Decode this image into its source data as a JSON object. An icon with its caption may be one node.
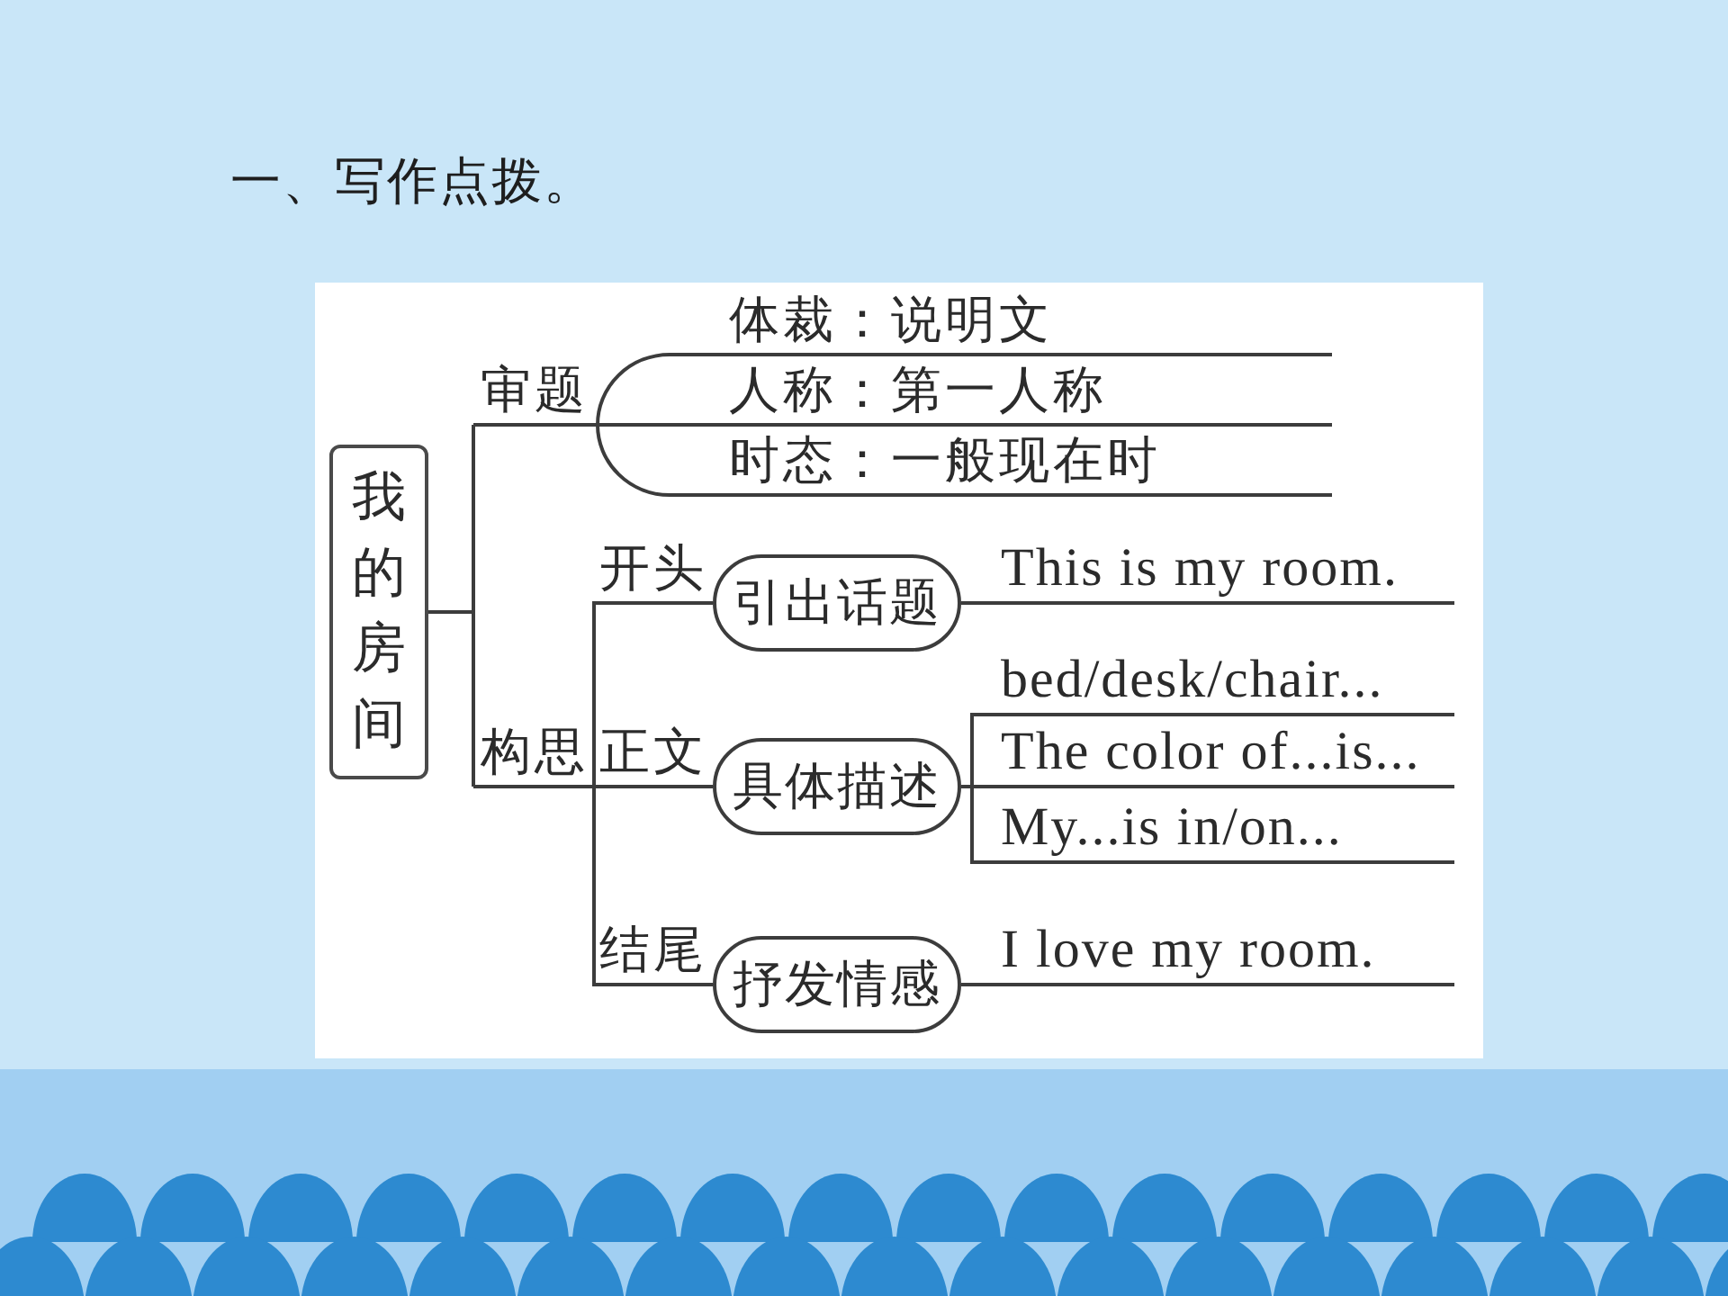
{
  "diagram": {
    "title": "一、写作点拨。",
    "nodes": [
      {
        "text": [
          "我的房间"
        ]
      },
      {
        "text": [
          "审题"
        ]
      },
      {
        "text": [
          "体裁：说明文"
        ]
      },
      {
        "text": [
          "人称：第一人称"
        ]
      },
      {
        "text": [
          "时态：一般现在时"
        ]
      },
      {
        "text": [
          "构思"
        ]
      },
      {
        "text": [
          "引出话题"
        ]
      },
      {
        "text": [
          "This is my room."
        ]
      },
      {
        "text": [
          "具体描述"
        ]
      },
      {
        "text": [
          "bed/desk/chair..."
        ]
      },
      {
        "text": [
          "The color of...is..."
        ]
      },
      {
        "text": [
          "My...is in/on..."
        ]
      },
      {
        "text": [
          "抒发情感"
        ]
      },
      {
        "text": [
          "I love my room."
        ]
      }
    ],
    "edges": [
      {
        "from": 0,
        "to": 1,
        "arrow": "none"
      },
      {
        "from": 0,
        "to": 5,
        "arrow": "none"
      },
      {
        "from": 1,
        "to": 2,
        "arrow": "none"
      },
      {
        "from": 1,
        "to": 3,
        "arrow": "none"
      },
      {
        "from": 1,
        "to": 4,
        "arrow": "none"
      },
      {
        "from": 5,
        "to": 6,
        "arrow": "none",
        "label": "开头"
      },
      {
        "from": 5,
        "to": 8,
        "arrow": "none",
        "label": "正文"
      },
      {
        "from": 5,
        "to": 12,
        "arrow": "none",
        "label": "结尾"
      },
      {
        "from": 6,
        "to": 7,
        "arrow": "none"
      },
      {
        "from": 8,
        "to": 9,
        "arrow": "none"
      },
      {
        "from": 8,
        "to": 10,
        "arrow": "none"
      },
      {
        "from": 8,
        "to": 11,
        "arrow": "none"
      },
      {
        "from": 12,
        "to": 13,
        "arrow": "none"
      }
    ]
  }
}
